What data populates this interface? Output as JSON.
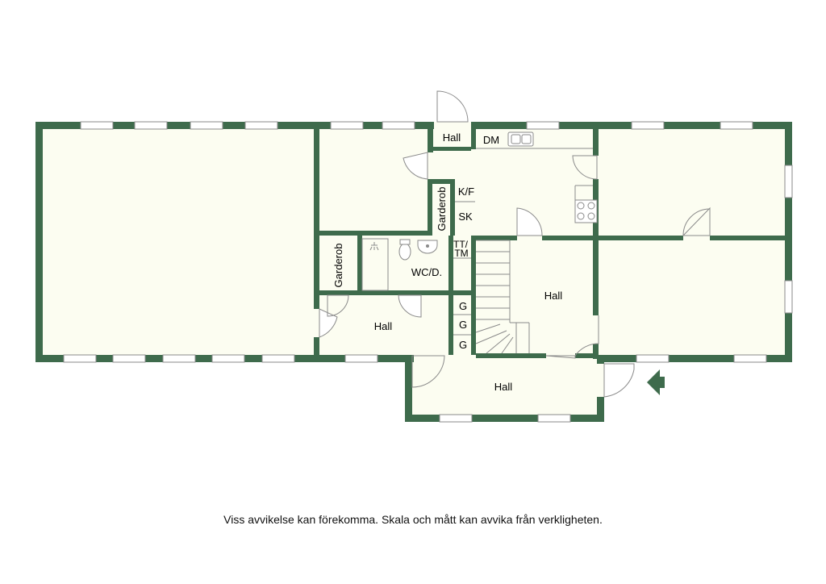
{
  "colors": {
    "wall": "#3e6b4c",
    "floor": "#fcfdf1",
    "line": "#8a8a8a",
    "arrow": "#3e6b4c"
  },
  "rooms": {
    "hall_entry_top": "Hall",
    "dm": "DM",
    "kf": "K/F",
    "sk": "SK",
    "garderob_small": "Garderob",
    "tt_tm_line1": "TT/",
    "tt_tm_line2": "TM",
    "garderob_left": "Garderob",
    "wc": "WC/D.",
    "hall_center": "Hall",
    "g1": "G",
    "g2": "G",
    "g3": "G",
    "hall_lower_left": "Hall",
    "hall_entry": "Hall"
  },
  "icons": {
    "entrance": "entrance-arrow-icon"
  },
  "disclaimer": "Viss avvikelse kan förekomma. Skala och mått kan avvika från verkligheten."
}
